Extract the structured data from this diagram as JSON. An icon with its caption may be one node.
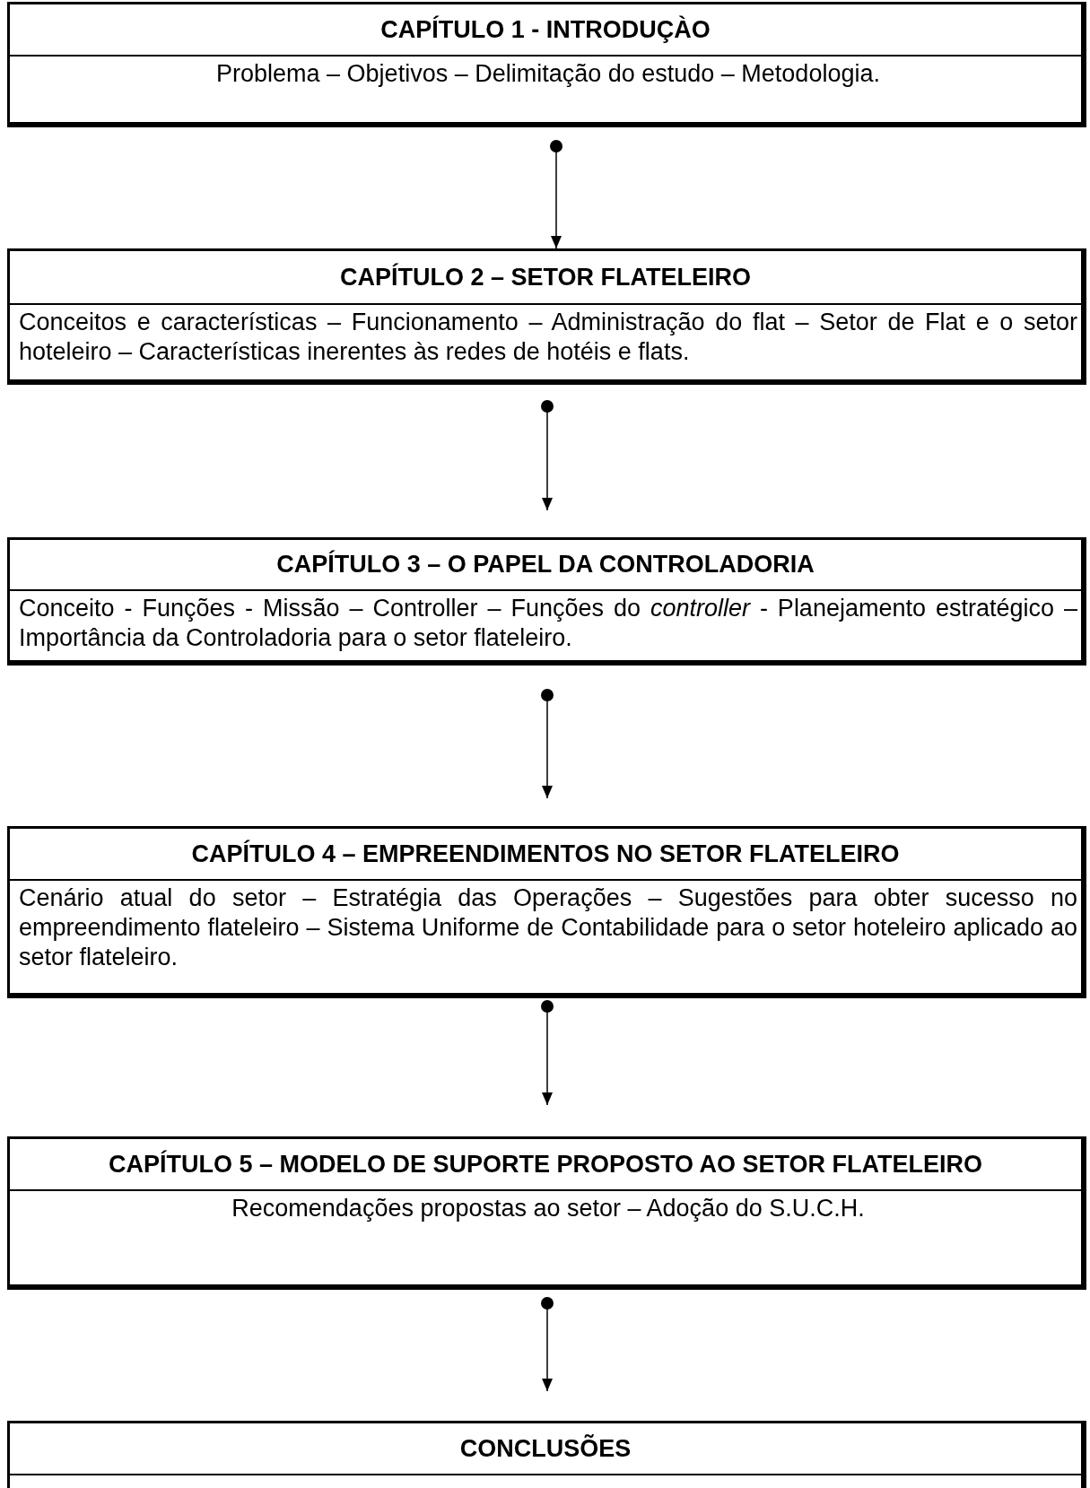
{
  "diagram": {
    "nodes": [
      {
        "text": [
          "CAPÍTULO 1 - INTRODUÇÀO",
          "Problema – Objetivos – Delimitação do estudo – Metodologia."
        ]
      },
      {
        "text": [
          "CAPÍTULO 2 – SETOR FLATELEIRO",
          "Conceitos e características – Funcionamento – Administração do flat – Setor de Flat e o setor hoteleiro – Características inerentes às redes de hotéis e flats."
        ]
      },
      {
        "text": [
          "CAPÍTULO 3 – O PAPEL DA CONTROLADORIA",
          "Conceito -  Funções -  Missão – Controller – Funções do *controller* - Planejamento estratégico – Importância da Controladoria para o setor flateleiro."
        ]
      },
      {
        "text": [
          "CAPÍTULO 4 – EMPREENDIMENTOS NO SETOR FLATELEIRO",
          "Cenário atual do setor – Estratégia das Operações – Sugestões para obter sucesso no empreendimento flateleiro – Sistema Uniforme de Contabilidade para o setor hoteleiro aplicado ao setor flateleiro."
        ]
      },
      {
        "text": [
          "CAPÍTULO 5 – MODELO DE SUPORTE PROPOSTO AO SETOR FLATELEIRO",
          "Recomendações propostas ao setor – Adoção do S.U.C.H."
        ]
      },
      {
        "text": [
          "CONCLUSÕES"
        ]
      }
    ],
    "edges": [
      {
        "from": 0,
        "to": 1,
        "arrow": "to"
      },
      {
        "from": 1,
        "to": 2,
        "arrow": "to"
      },
      {
        "from": 2,
        "to": 3,
        "arrow": "to"
      },
      {
        "from": 3,
        "to": 4,
        "arrow": "to"
      },
      {
        "from": 4,
        "to": 5,
        "arrow": "to"
      }
    ]
  }
}
